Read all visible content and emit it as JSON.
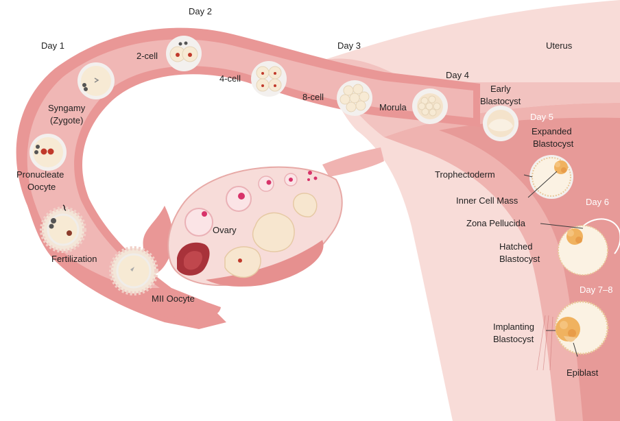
{
  "days": {
    "d1": "Day 1",
    "d2": "Day 2",
    "d3": "Day 3",
    "d4": "Day 4",
    "d5": "Day 5",
    "d6": "Day 6",
    "d78": "Day 7–8"
  },
  "labels": {
    "uterus": "Uterus",
    "two_cell": "2-cell",
    "four_cell": "4-cell",
    "eight_cell": "8-cell",
    "morula": "Morula",
    "syngamy_1": "Syngamy",
    "syngamy_2": "(Zygote)",
    "pronucleate_1": "Pronucleate",
    "pronucleate_2": "Oocyte",
    "fertilization": "Fertilization",
    "mii_oocyte": "MII Oocyte",
    "ovary": "Ovary",
    "early_blast_1": "Early",
    "early_blast_2": "Blastocyst",
    "expanded_1": "Expanded",
    "expanded_2": "Blastocyst",
    "trophectoderm": "Trophectoderm",
    "inner_cell_mass": "Inner Cell Mass",
    "zona_pellucida": "Zona Pellucida",
    "hatched_1": "Hatched",
    "hatched_2": "Blastocyst",
    "implanting_1": "Implanting",
    "implanting_2": "Blastocyst",
    "epiblast": "Epiblast"
  },
  "colors": {
    "tissue_light": "#f6d3d0",
    "tissue_mid": "#eaa5a3",
    "tissue_dark": "#dc7f80",
    "tube": "#e99796",
    "tube_inner": "#efb2b0",
    "ovary": "#f4d0cd",
    "cell": "#f7ead4",
    "cell_ring": "#f3f0ee",
    "nucleus": "#c0392b",
    "day_white": "#ffffff"
  }
}
